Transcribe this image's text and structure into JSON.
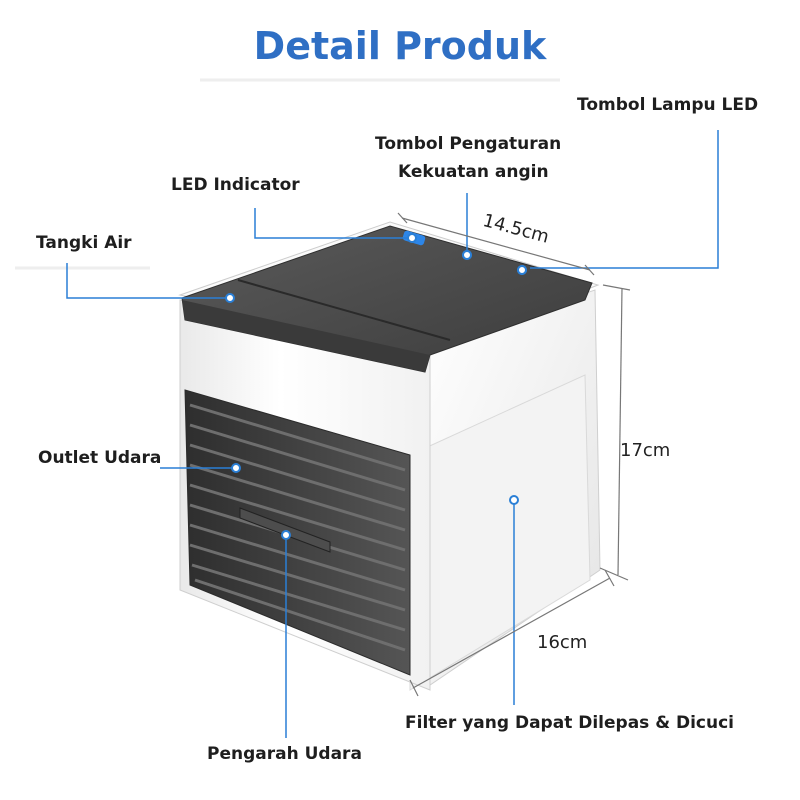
{
  "title": "Detail Produk",
  "labels": {
    "tombol_lampu_led": "Tombol Lampu LED",
    "tombol_pengaturan_line1": "Tombol Pengaturan",
    "tombol_pengaturan_line2": "Kekuatan angin",
    "led_indicator": "LED Indicator",
    "tangki_air": "Tangki Air",
    "outlet_udara": "Outlet Udara",
    "pengarah_udara": "Pengarah Udara",
    "filter": "Filter yang Dapat Dilepas & Dicuci"
  },
  "dimensions": {
    "width": "14.5cm",
    "height": "17cm",
    "depth": "16cm"
  },
  "colors": {
    "title": "#2f6fc4",
    "callout_line": "#2a7fd6",
    "body_white": "#f7f7f7",
    "lid_dark": "#4a4a4a",
    "grille_dark": "#3a3a3a"
  }
}
